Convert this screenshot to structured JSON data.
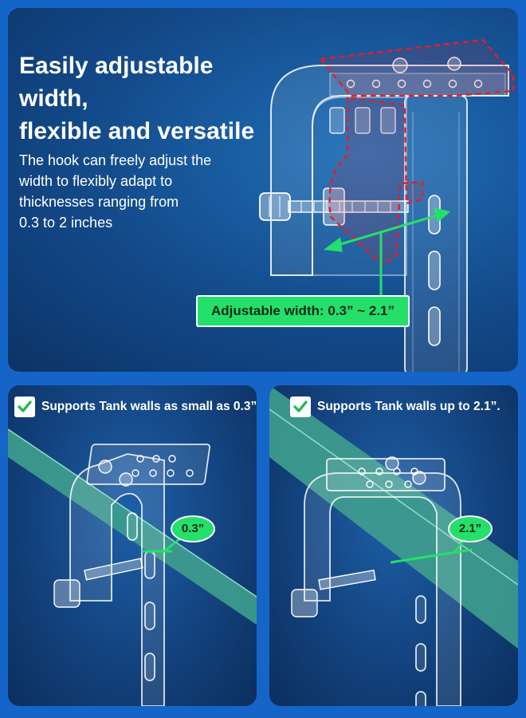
{
  "hero": {
    "headline": "Easily adjustable width,\nflexible and versatile",
    "description": "The hook can freely adjust the\nwidth to flexibly adapt to\nthicknesses ranging from\n0.3 to 2 inches",
    "width_label": "Adjustable width: 0.3” ~ 2.1”"
  },
  "panels": [
    {
      "caption": "Supports Tank walls as small as 0.3”.",
      "measure": "0.3”",
      "check_icon": "check-icon"
    },
    {
      "caption": "Supports Tank walls up to 2.1”.",
      "measure": "2.1”",
      "check_icon": "check-icon"
    }
  ],
  "colors": {
    "accent_green": "#24e06a",
    "highlight_red": "#e0202a",
    "background_blue": "#1565c8",
    "panel_navy": "#12407a",
    "glass_wall": "#3f9e8e"
  }
}
